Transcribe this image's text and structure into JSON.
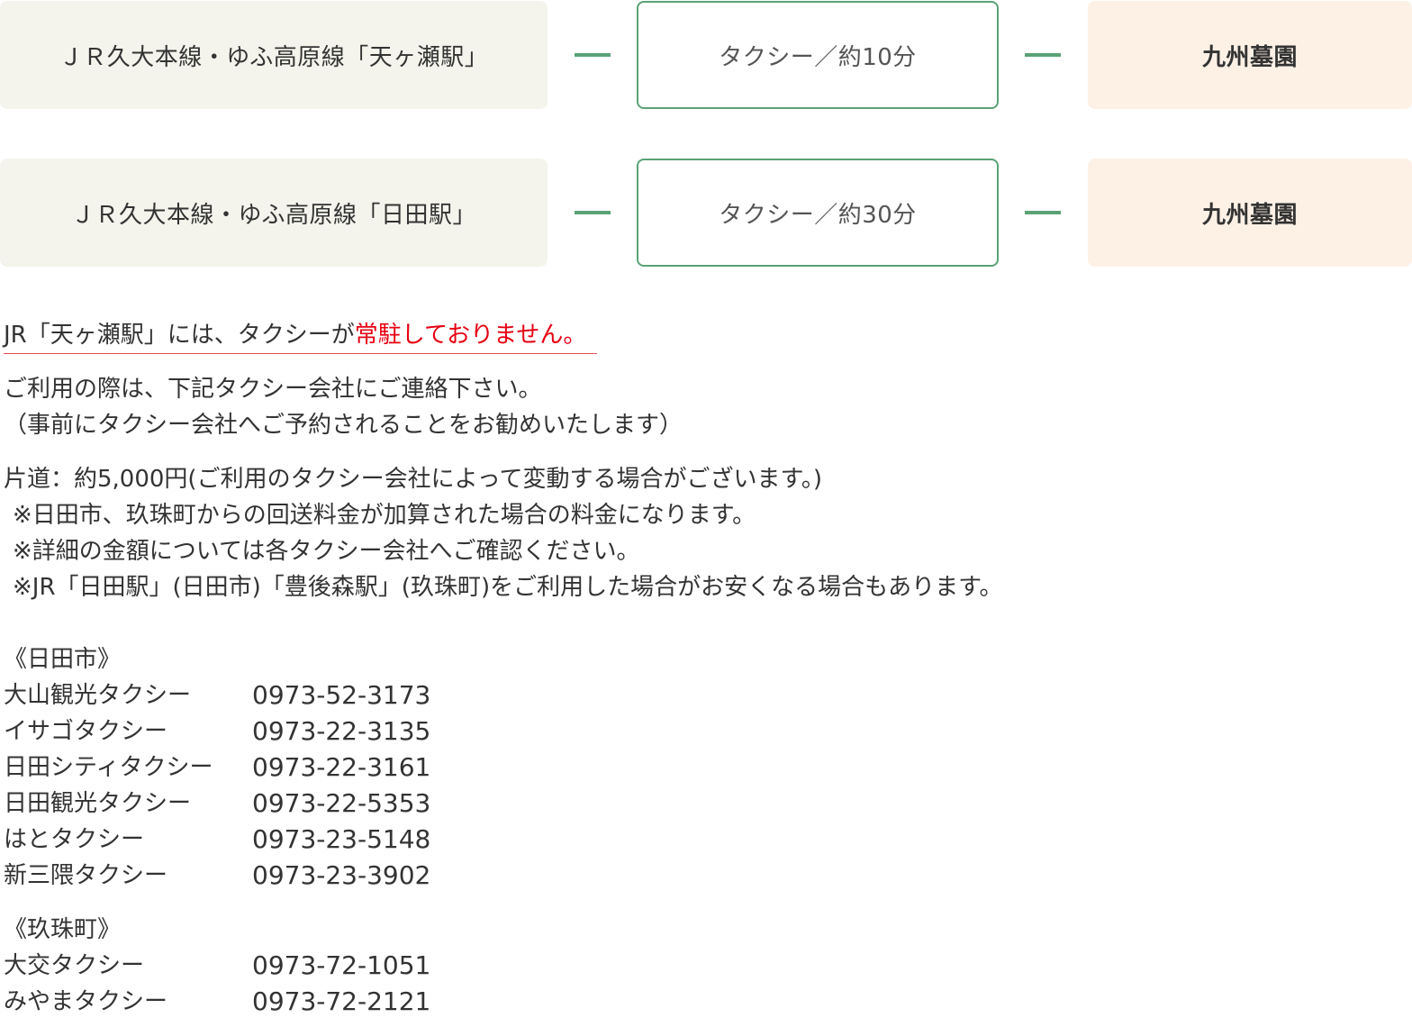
{
  "routes": [
    {
      "origin": "ＪＲ久大本線・ゆふ高原線「天ヶ瀬駅」",
      "taxi": "タクシー／約10分",
      "destination": "九州墓園"
    },
    {
      "origin": "ＪＲ久大本線・ゆふ高原線「日田駅」",
      "taxi": "タクシー／約30分",
      "destination": "九州墓園"
    }
  ],
  "notice": {
    "prefix": "JR「天ヶ瀬駅」には、タクシーが",
    "highlight": "常駐しておりません。"
  },
  "contact": {
    "line1": "ご利用の際は、下記タクシー会社にご連絡下さい。",
    "line2": "（事前にタクシー会社へご予約されることをお勧めいたします）"
  },
  "fare": {
    "line1": "片道：約5,000円(ご利用のタクシー会社によって変動する場合がございます。)",
    "note1": "※日田市、玖珠町からの回送料金が加算された場合の料金になります。",
    "note2": "※詳細の金額については各タクシー会社へご確認ください。",
    "note3": "※JR「日田駅」(日田市)「豊後森駅」(玖珠町)をご利用した場合がお安くなる場合もあります。"
  },
  "regions": [
    {
      "title": "《日田市》",
      "companies": [
        {
          "name": "大山観光タクシー",
          "tel": "0973-52-3173"
        },
        {
          "name": "イサゴタクシー",
          "tel": "0973-22-3135"
        },
        {
          "name": "日田シティタクシー",
          "tel": "0973-22-3161"
        },
        {
          "name": "日田観光タクシー",
          "tel": "0973-22-5353"
        },
        {
          "name": "はとタクシー",
          "tel": "0973-23-5148"
        },
        {
          "name": "新三隈タクシー",
          "tel": "0973-23-3902"
        }
      ]
    },
    {
      "title": "《玖珠町》",
      "companies": [
        {
          "name": "大交タクシー",
          "tel": "0973-72-1051"
        },
        {
          "name": "みやまタクシー",
          "tel": "0973-72-2121"
        }
      ]
    }
  ],
  "colors": {
    "accent_green": "#5aa276",
    "origin_bg": "#f4f4ec",
    "destination_bg": "#fdf1e6",
    "notice_red": "#e60012"
  }
}
